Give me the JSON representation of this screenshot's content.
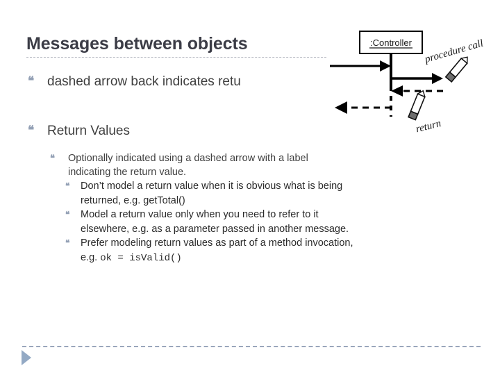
{
  "slide": {
    "title": "Messages between objects",
    "footer_rule_color": "#9aa6bb",
    "accent_color": "#93a9c4",
    "title_color": "#3b3c46",
    "body_color": "#3f3f3f"
  },
  "bullets": {
    "b1": "dashed arrow back indicates retu",
    "b2": "Return Values",
    "b2_1_line1": "Optionally indicated using a dashed arrow with a label",
    "b2_1_line2": "indicating the return value.",
    "b2_1_1_line1": "Don’t model a return value when it is obvious what is being",
    "b2_1_1_line2": "returned, e.g. getTotal()",
    "b2_1_2_line1": "Model a return value only when you need to refer to it",
    "b2_1_2_line2": "elsewhere, e.g. as a parameter passed in another message.",
    "b2_1_3_line1": "Prefer modeling return values as part of a method invocation,",
    "b2_1_3_line2_label": "e.g.",
    "b2_1_3_line2_code": "ok = isValid()",
    "marker": "❝"
  },
  "diagram": {
    "object_box_label": ":Controller",
    "annotation_procedure_call": "procedure call",
    "annotation_return": "return",
    "line_color": "#000000",
    "box_fill": "#ffffff",
    "pencil_body": "#ffffff",
    "pencil_tip": "#6e6e6e"
  }
}
